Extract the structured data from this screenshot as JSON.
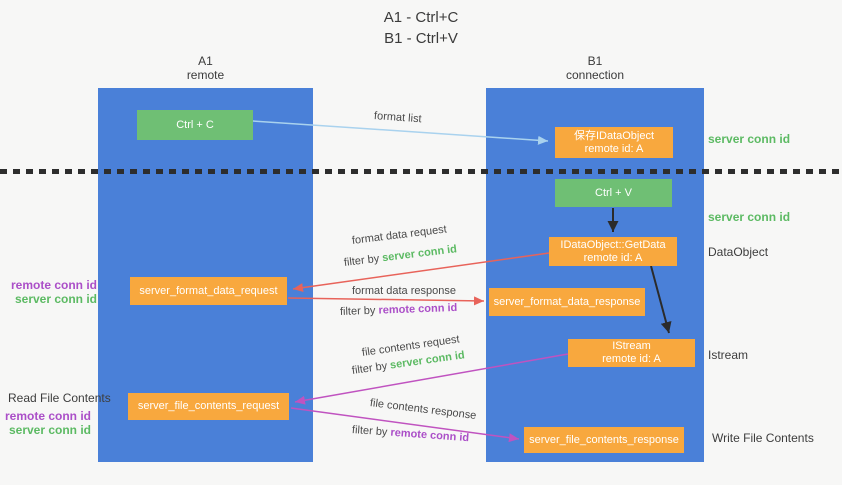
{
  "title": {
    "line1": "A1 - Ctrl+C",
    "line2": "B1 - Ctrl+V"
  },
  "lanes": {
    "left": {
      "name": "A1",
      "subtitle": "remote"
    },
    "right": {
      "name": "B1",
      "subtitle": "connection"
    }
  },
  "nodes": {
    "ctrl_c": {
      "label": "Ctrl + C"
    },
    "save_idataobject": {
      "line1": "保存IDataObject",
      "line2": "remote id: A"
    },
    "ctrl_v": {
      "label": "Ctrl + V"
    },
    "getdata": {
      "line1": "IDataObject::GetData",
      "line2": "remote id: A"
    },
    "format_request": {
      "label": "server_format_data_request"
    },
    "format_response": {
      "label": "server_format_data_response"
    },
    "istream": {
      "line1": "IStream",
      "line2": "remote id: A"
    },
    "file_request": {
      "label": "server_file_contents_request"
    },
    "file_response": {
      "label": "server_file_contents_response"
    }
  },
  "edge_labels": {
    "format_list": "format list",
    "format_data_request": "format data request",
    "format_data_response": "format data response",
    "file_contents_request": "file contents request",
    "file_contents_response": "file contents response",
    "filter_by": "filter by ",
    "server_conn_id": "server conn id",
    "remote_conn_id": "remote conn id"
  },
  "side_labels": {
    "server_conn_id": "server conn id",
    "remote_conn_id": "remote conn id",
    "dataobject": "DataObject",
    "istream": "Istream",
    "read_file_contents": "Read File Contents",
    "write_file_contents": "Write File Contents"
  },
  "colors": {
    "lane_blue": "#4a80d8",
    "node_green": "#6fbf74",
    "node_orange": "#f8a83e",
    "arrow_red": "#e8635a",
    "arrow_magenta": "#c053c0",
    "arrow_blue": "#a9d2ee",
    "arrow_black": "#2b2b2b",
    "label_green": "#5cba63",
    "label_purple": "#ab4fc8"
  }
}
